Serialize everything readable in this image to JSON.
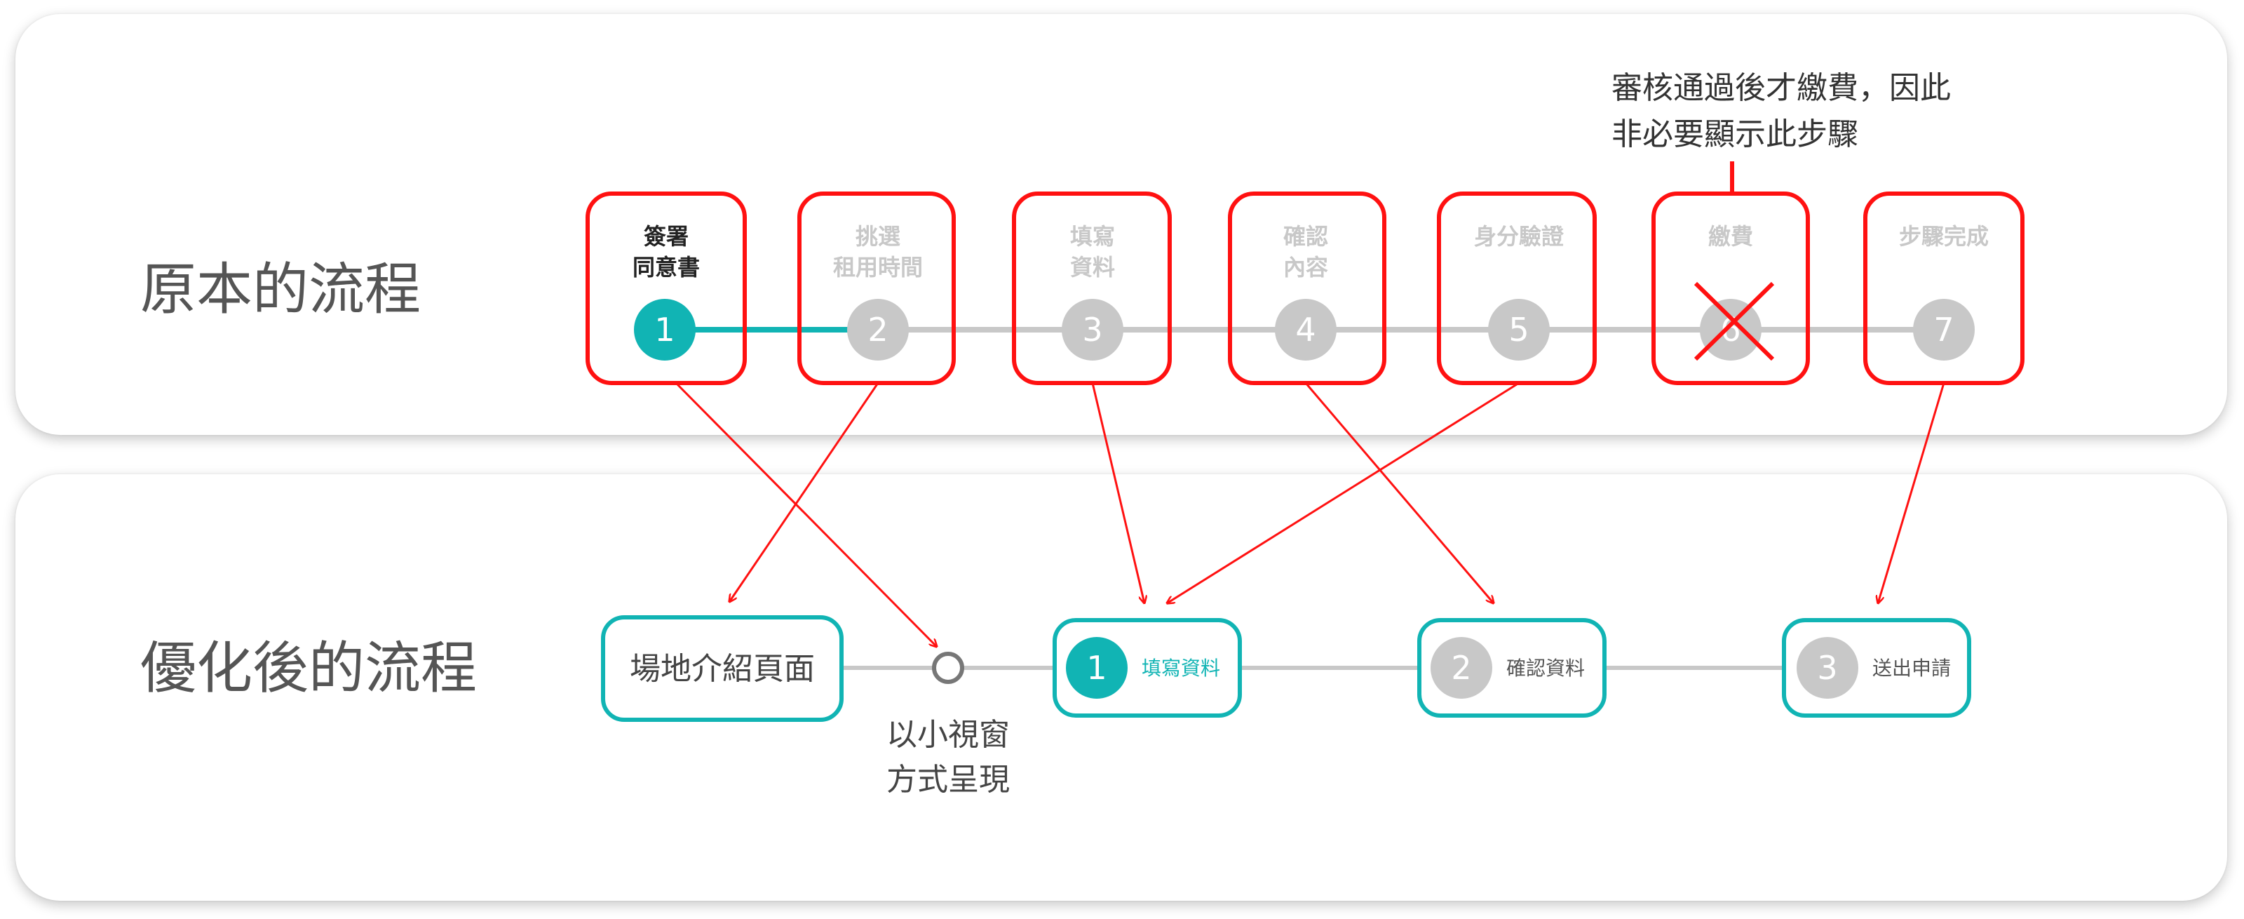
{
  "original": {
    "title": "原本的流程",
    "steps": [
      {
        "lines": [
          "簽署",
          "同意書"
        ],
        "number": "1",
        "state": "active"
      },
      {
        "lines": [
          "挑選",
          "租用時間"
        ],
        "number": "2",
        "state": "inactive"
      },
      {
        "lines": [
          "填寫",
          "資料"
        ],
        "number": "3",
        "state": "inactive"
      },
      {
        "lines": [
          "確認",
          "內容"
        ],
        "number": "4",
        "state": "inactive"
      },
      {
        "lines": [
          "身分驗證"
        ],
        "number": "5",
        "state": "inactive"
      },
      {
        "lines": [
          "繳費"
        ],
        "number": "6",
        "state": "removed"
      },
      {
        "lines": [
          "步驟完成"
        ],
        "number": "7",
        "state": "inactive"
      }
    ],
    "note_lines": [
      "審核通過後才繳費，因此",
      "非必要顯示此步驟"
    ]
  },
  "optimized": {
    "title": "優化後的流程",
    "intro_page": "場地介紹頁面",
    "modal_caption_lines": [
      "以小視窗",
      "方式呈現"
    ],
    "steps": [
      {
        "number": "1",
        "label": "填寫資料",
        "state": "active"
      },
      {
        "number": "2",
        "label": "確認資料",
        "state": "inactive"
      },
      {
        "number": "3",
        "label": "送出申請",
        "state": "inactive"
      }
    ]
  },
  "mappings": [
    {
      "from": "original.step.1",
      "to": "optimized.modal_dot"
    },
    {
      "from": "original.step.2",
      "to": "optimized.intro_page"
    },
    {
      "from": "original.step.3",
      "to": "optimized.step.1"
    },
    {
      "from": "original.step.4",
      "to": "optimized.step.2"
    },
    {
      "from": "original.step.5",
      "to": "optimized.step.1"
    },
    {
      "from": "original.step.7",
      "to": "optimized.step.3"
    }
  ],
  "colors": {
    "accent_teal": "#11b4b4",
    "highlight_red": "#ff1111",
    "inactive_gray": "#c8c8c8",
    "track_gray": "#c8c8c8"
  }
}
